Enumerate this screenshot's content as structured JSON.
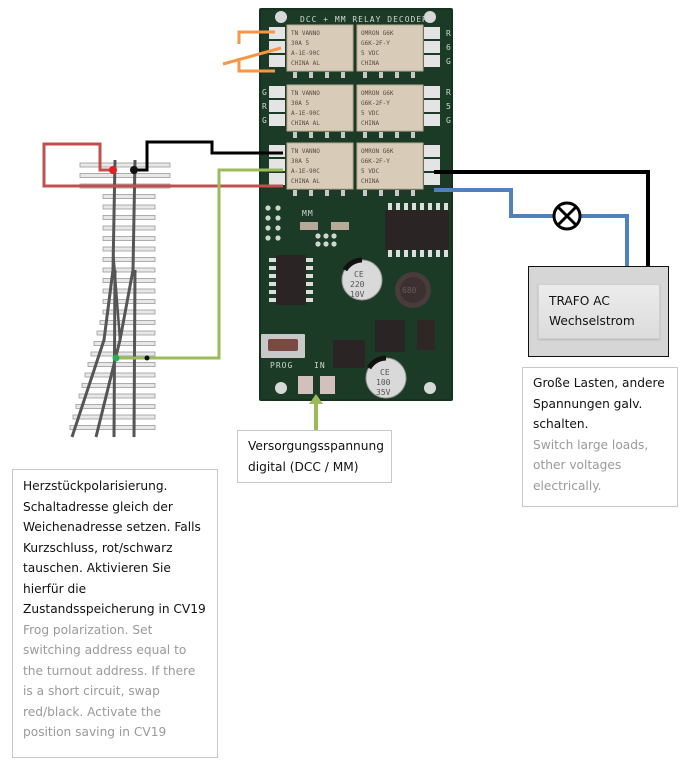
{
  "board": {
    "title": "DCC + MM RELAY DECODER",
    "prog_label": "PROG",
    "in_label": "IN",
    "mm_label": "MM",
    "left_terminal_labels": [
      "G",
      "R",
      "G"
    ],
    "right_terminal_labels": [
      "R",
      "6",
      "G",
      "R",
      "5",
      "G"
    ],
    "relays": [
      {
        "line1": "TN VANNO",
        "line2": "30A  5",
        "line3": "A-1E-90C",
        "line4": "CHINA AL"
      },
      {
        "line1": "OMRON  G6K",
        "line2": "G6K-2F-Y",
        "line3": "5  VDC",
        "line4": "CHINA"
      },
      {
        "line1": "TN VANNO",
        "line2": "30A  5",
        "line3": "A-1E-90C",
        "line4": "CHINA AL"
      },
      {
        "line1": "OMRON  G6K",
        "line2": "G6K-2F-Y",
        "line3": "5  VDC",
        "line4": "CHINA"
      },
      {
        "line1": "TN VANNO",
        "line2": "30A  5",
        "line3": "A-1E-90C",
        "line4": "CHINA AL"
      },
      {
        "line1": "OMRON  G6K",
        "line2": "G6K-2F-Y",
        "line3": "5  VDC",
        "line4": "CHINA"
      }
    ],
    "capacitors": [
      {
        "line1": "CE",
        "line2": "220",
        "line3": "10V"
      },
      {
        "line1": "CE",
        "line2": "100",
        "line3": "35V"
      }
    ],
    "inductor_label": "680"
  },
  "wire_colors": {
    "red": "#c0504d",
    "black": "#000000",
    "green": "#9bbb59",
    "blue": "#4f81bd",
    "orange": "#f79646",
    "pcb": "#14301f"
  },
  "lamp_icon": "lamp-cross-circle",
  "trafo": {
    "line1": "TRAFO AC",
    "line2": "Wechselstrom"
  },
  "notes": {
    "frog": {
      "de": "Herzstückpolarisierung. Schaltadresse gleich der Weichenadresse setzen. Falls Kurzschluss, rot/schwarz tauschen. Aktivieren Sie hierfür die Zustandsspeicherung in CV19",
      "en": "Frog polarization. Set switching address equal to the turnout address. If there is a short circuit, swap red/black. Activate the position saving in CV19"
    },
    "supply": {
      "de": "Versorgungsspannung digital (DCC / MM)"
    },
    "loads": {
      "de": "Große Lasten, andere Spannungen galv. schalten.",
      "en": "Switch large loads, other voltages electrically."
    }
  }
}
